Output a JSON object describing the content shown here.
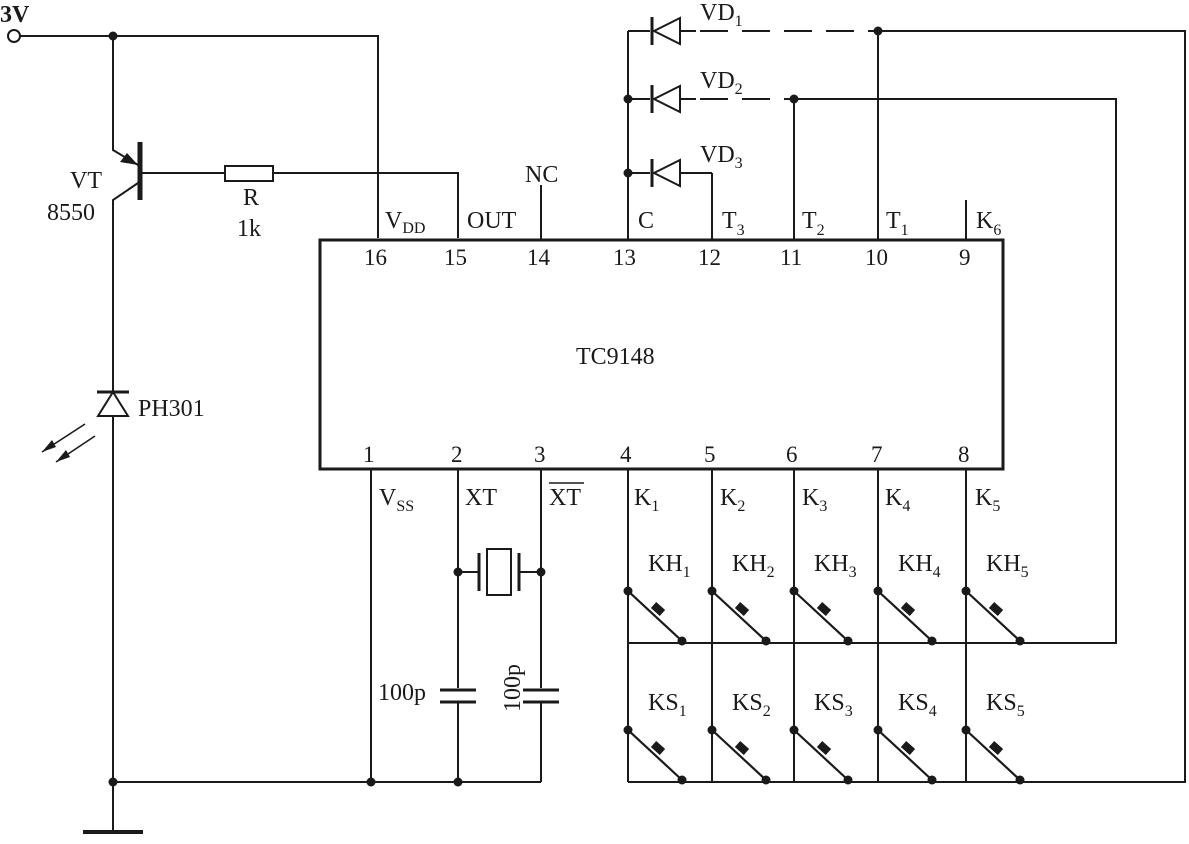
{
  "supply": {
    "label": "3V"
  },
  "transistor": {
    "name": "VT",
    "part": "8550"
  },
  "resistor": {
    "name": "R",
    "value": "1k"
  },
  "photodiode": {
    "name": "PH301"
  },
  "ic": {
    "name": "TC9148",
    "top_pins": [
      {
        "num": "16",
        "func": "V",
        "sub": "DD"
      },
      {
        "num": "15",
        "func": "OUT",
        "sub": ""
      },
      {
        "num": "14",
        "func": "NC",
        "sub": ""
      },
      {
        "num": "13",
        "func": "C",
        "sub": ""
      },
      {
        "num": "12",
        "func": "T",
        "sub": "3"
      },
      {
        "num": "11",
        "func": "T",
        "sub": "2"
      },
      {
        "num": "10",
        "func": "T",
        "sub": "1"
      },
      {
        "num": "9",
        "func": "K",
        "sub": "6"
      }
    ],
    "bottom_pins": [
      {
        "num": "1",
        "func": "V",
        "sub": "SS"
      },
      {
        "num": "2",
        "func": "XT",
        "sub": ""
      },
      {
        "num": "3",
        "func": "XT",
        "sub": ""
      },
      {
        "num": "4",
        "func": "K",
        "sub": "1"
      },
      {
        "num": "5",
        "func": "K",
        "sub": "2"
      },
      {
        "num": "6",
        "func": "K",
        "sub": "3"
      },
      {
        "num": "7",
        "func": "K",
        "sub": "4"
      },
      {
        "num": "8",
        "func": "K",
        "sub": "5"
      }
    ]
  },
  "diodes": [
    {
      "name": "VD",
      "sub": "1"
    },
    {
      "name": "VD",
      "sub": "2"
    },
    {
      "name": "VD",
      "sub": "3"
    }
  ],
  "capacitors": [
    {
      "value": "100p"
    },
    {
      "value": "100p"
    }
  ],
  "keys_kh": [
    {
      "name": "KH",
      "sub": "1"
    },
    {
      "name": "KH",
      "sub": "2"
    },
    {
      "name": "KH",
      "sub": "3"
    },
    {
      "name": "KH",
      "sub": "4"
    },
    {
      "name": "KH",
      "sub": "5"
    }
  ],
  "keys_ks": [
    {
      "name": "KS",
      "sub": "1"
    },
    {
      "name": "KS",
      "sub": "2"
    },
    {
      "name": "KS",
      "sub": "3"
    },
    {
      "name": "KS",
      "sub": "4"
    },
    {
      "name": "KS",
      "sub": "5"
    }
  ]
}
